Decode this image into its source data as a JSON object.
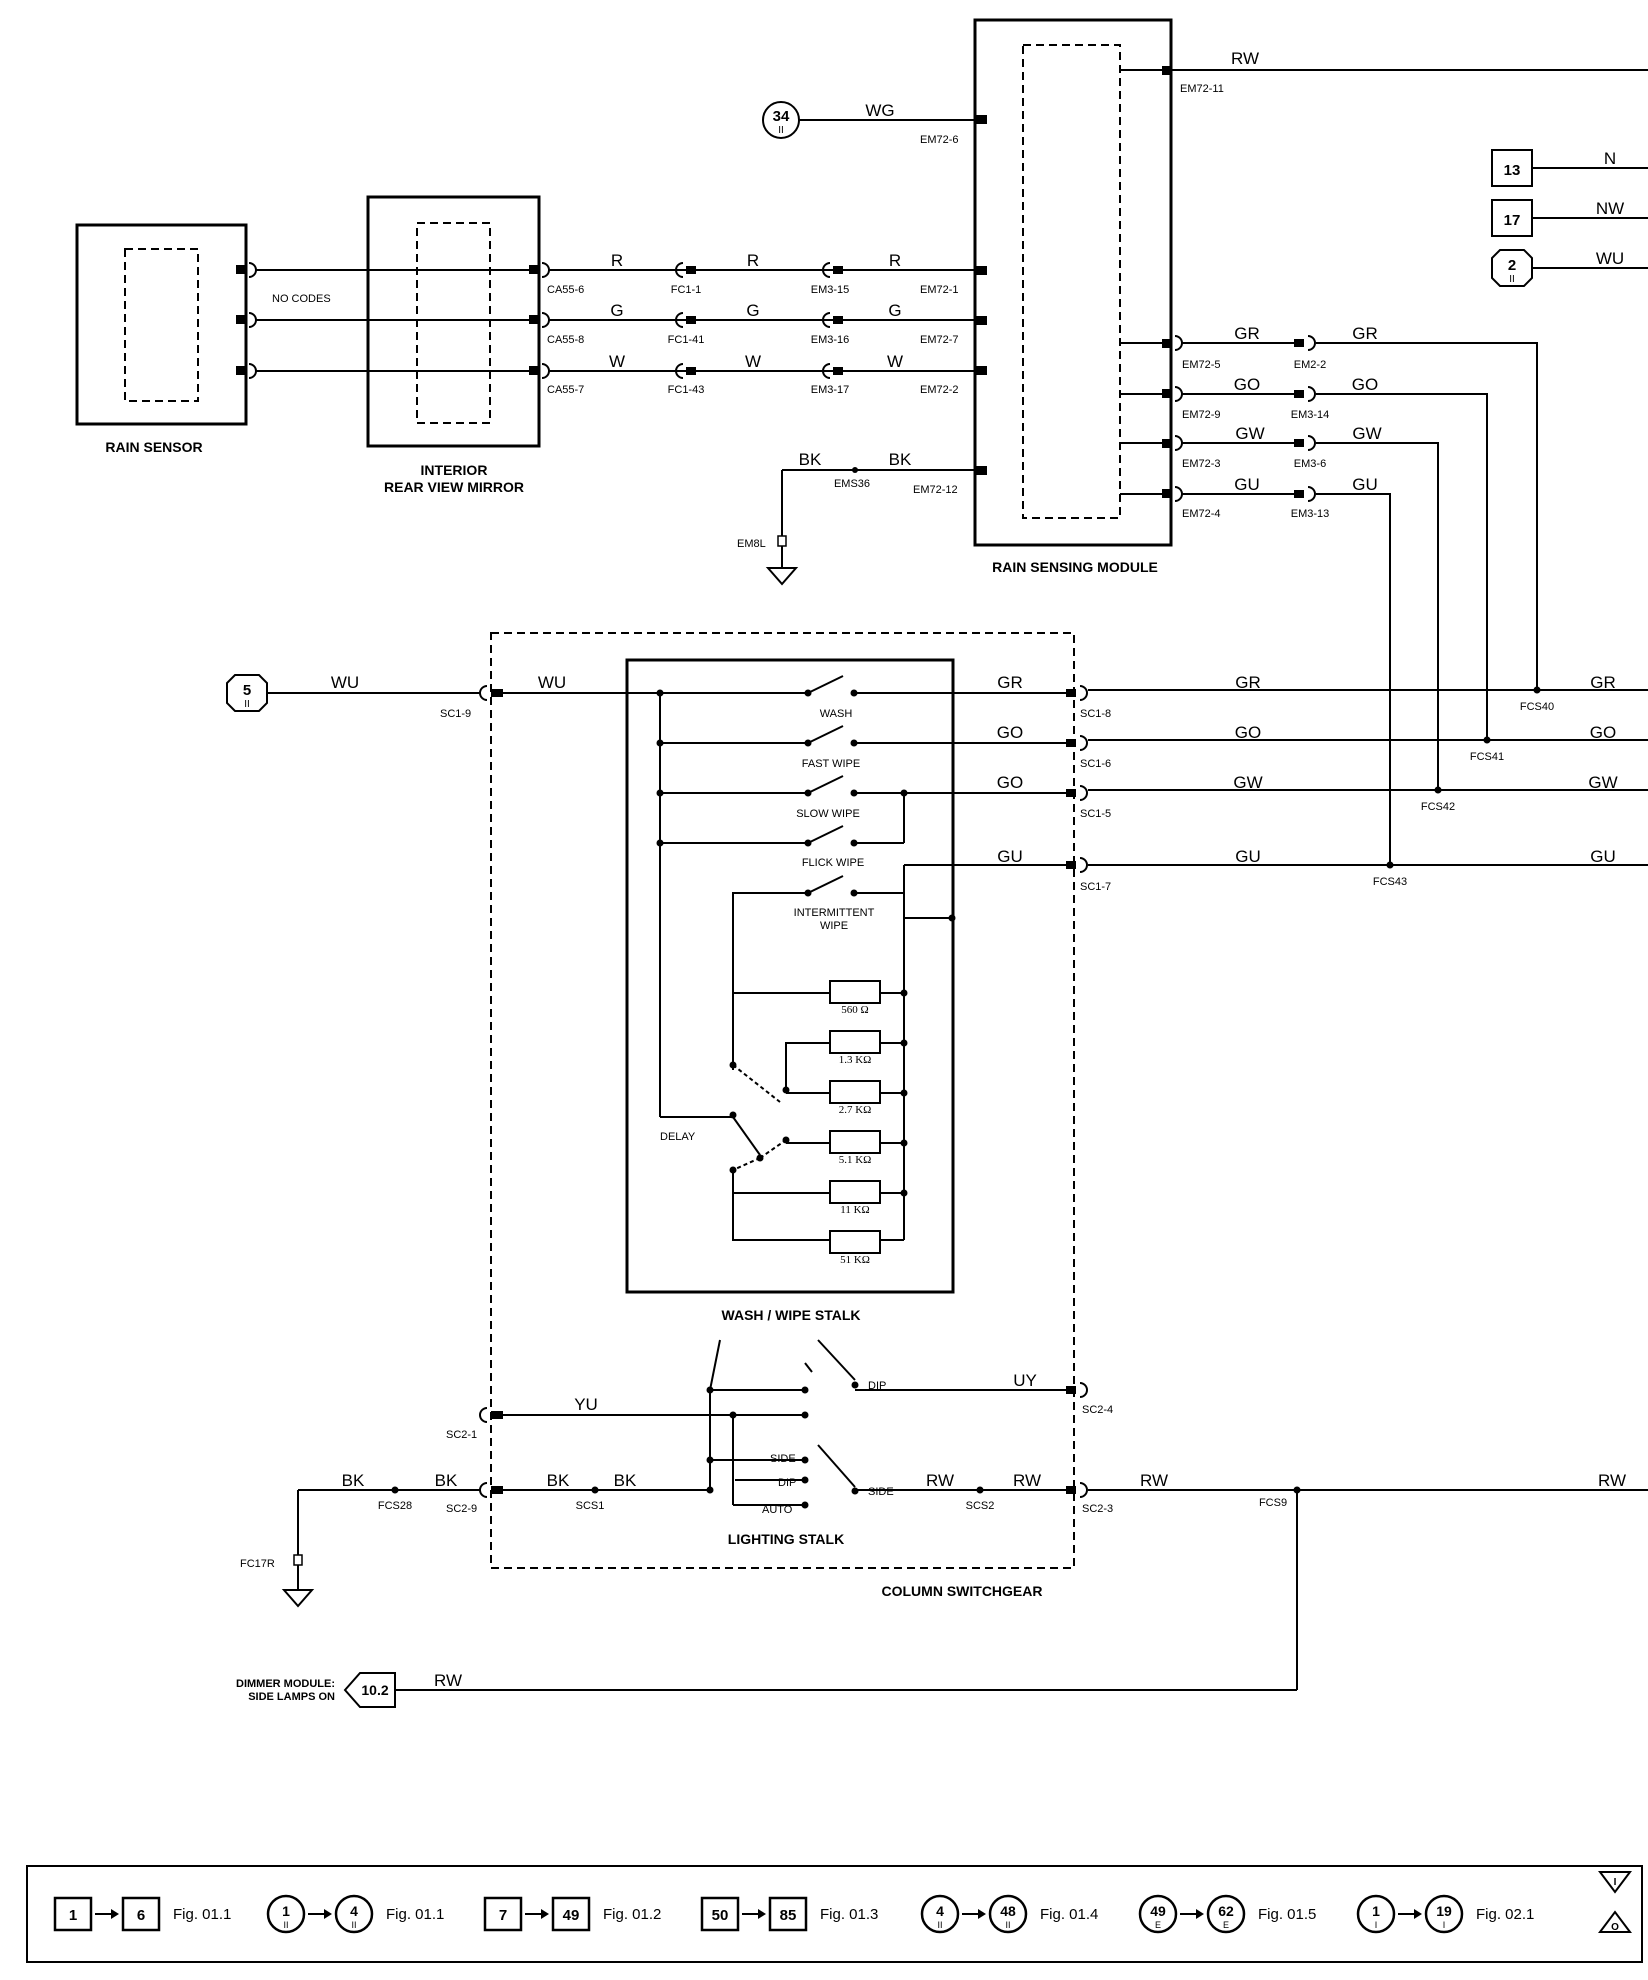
{
  "components": {
    "rain_sensor": "RAIN SENSOR",
    "mirror_line1": "INTERIOR",
    "mirror_line2": "REAR VIEW MIRROR",
    "rain_sensing_module": "RAIN SENSING MODULE",
    "wash_wipe_stalk": "WASH / WIPE STALK",
    "lighting_stalk": "LIGHTING STALK",
    "column_switchgear": "COLUMN SWITCHGEAR",
    "no_codes": "NO CODES",
    "dimmer_line1": "DIMMER MODULE:",
    "dimmer_line2": "SIDE LAMPS ON"
  },
  "refs": {
    "r34": "34",
    "r13": "13",
    "r17": "17",
    "r2": "2",
    "r5": "5",
    "r10_2": "10.2",
    "ii": "II"
  },
  "wires": {
    "RW": "RW",
    "WG": "WG",
    "N": "N",
    "NW": "NW",
    "WU": "WU",
    "R": "R",
    "G": "G",
    "W": "W",
    "GR": "GR",
    "GO": "GO",
    "GW": "GW",
    "GU": "GU",
    "BK": "BK",
    "YU": "YU",
    "UY": "UY"
  },
  "connectors": {
    "EM72_11": "EM72-11",
    "EM72_6": "EM72-6",
    "EM72_1": "EM72-1",
    "EM72_7": "EM72-7",
    "EM72_2": "EM72-2",
    "EM72_12": "EM72-12",
    "EM72_5": "EM72-5",
    "EM72_9": "EM72-9",
    "EM72_3": "EM72-3",
    "EM72_4": "EM72-4",
    "EM2_2": "EM2-2",
    "EM3_14": "EM3-14",
    "EM3_6": "EM3-6",
    "EM3_13": "EM3-13",
    "EM3_15": "EM3-15",
    "EM3_16": "EM3-16",
    "EM3_17": "EM3-17",
    "CA55_6": "CA55-6",
    "CA55_8": "CA55-8",
    "CA55_7": "CA55-7",
    "FC1_1": "FC1-1",
    "FC1_41": "FC1-41",
    "FC1_43": "FC1-43",
    "EMS36": "EMS36",
    "EM8L": "EM8L",
    "SC1_9": "SC1-9",
    "SC1_8": "SC1-8",
    "SC1_6": "SC1-6",
    "SC1_5": "SC1-5",
    "SC1_7": "SC1-7",
    "FCS40": "FCS40",
    "FCS41": "FCS41",
    "FCS42": "FCS42",
    "FCS43": "FCS43",
    "SC2_1": "SC2-1",
    "SC2_9": "SC2-9",
    "SC2_4": "SC2-4",
    "SC2_3": "SC2-3",
    "FCS28": "FCS28",
    "SCS1": "SCS1",
    "SCS2": "SCS2",
    "FCS9": "FCS9",
    "FC17R": "FC17R"
  },
  "switches": {
    "wash": "WASH",
    "fast_wipe": "FAST WIPE",
    "slow_wipe": "SLOW WIPE",
    "flick_wipe": "FLICK WIPE",
    "intermittent_1": "INTERMITTENT",
    "intermittent_2": "WIPE",
    "delay": "DELAY",
    "dip": "DIP",
    "side": "SIDE",
    "auto": "AUTO"
  },
  "resistors": [
    "560 Ω",
    "1.3 KΩ",
    "2.7 KΩ",
    "5.1 KΩ",
    "11 KΩ",
    "51 KΩ"
  ],
  "legend": {
    "items": [
      {
        "from": "1",
        "to": "6",
        "fig": "Fig. 01.1"
      },
      {
        "from": "1",
        "to": "4",
        "fig": "Fig. 01.1"
      },
      {
        "from": "7",
        "to": "49",
        "fig": "Fig. 01.2"
      },
      {
        "from": "50",
        "to": "85",
        "fig": "Fig. 01.3"
      },
      {
        "from": "4",
        "to": "48",
        "fig": "Fig. 01.4"
      },
      {
        "from": "49",
        "to": "62",
        "fig": "Fig. 01.5"
      },
      {
        "from": "1",
        "to": "19",
        "fig": "Fig. 02.1"
      }
    ],
    "sub_ii": "II",
    "sub_e": "E",
    "sub_i": "I",
    "corner_top": "I",
    "corner_bottom": "O"
  }
}
